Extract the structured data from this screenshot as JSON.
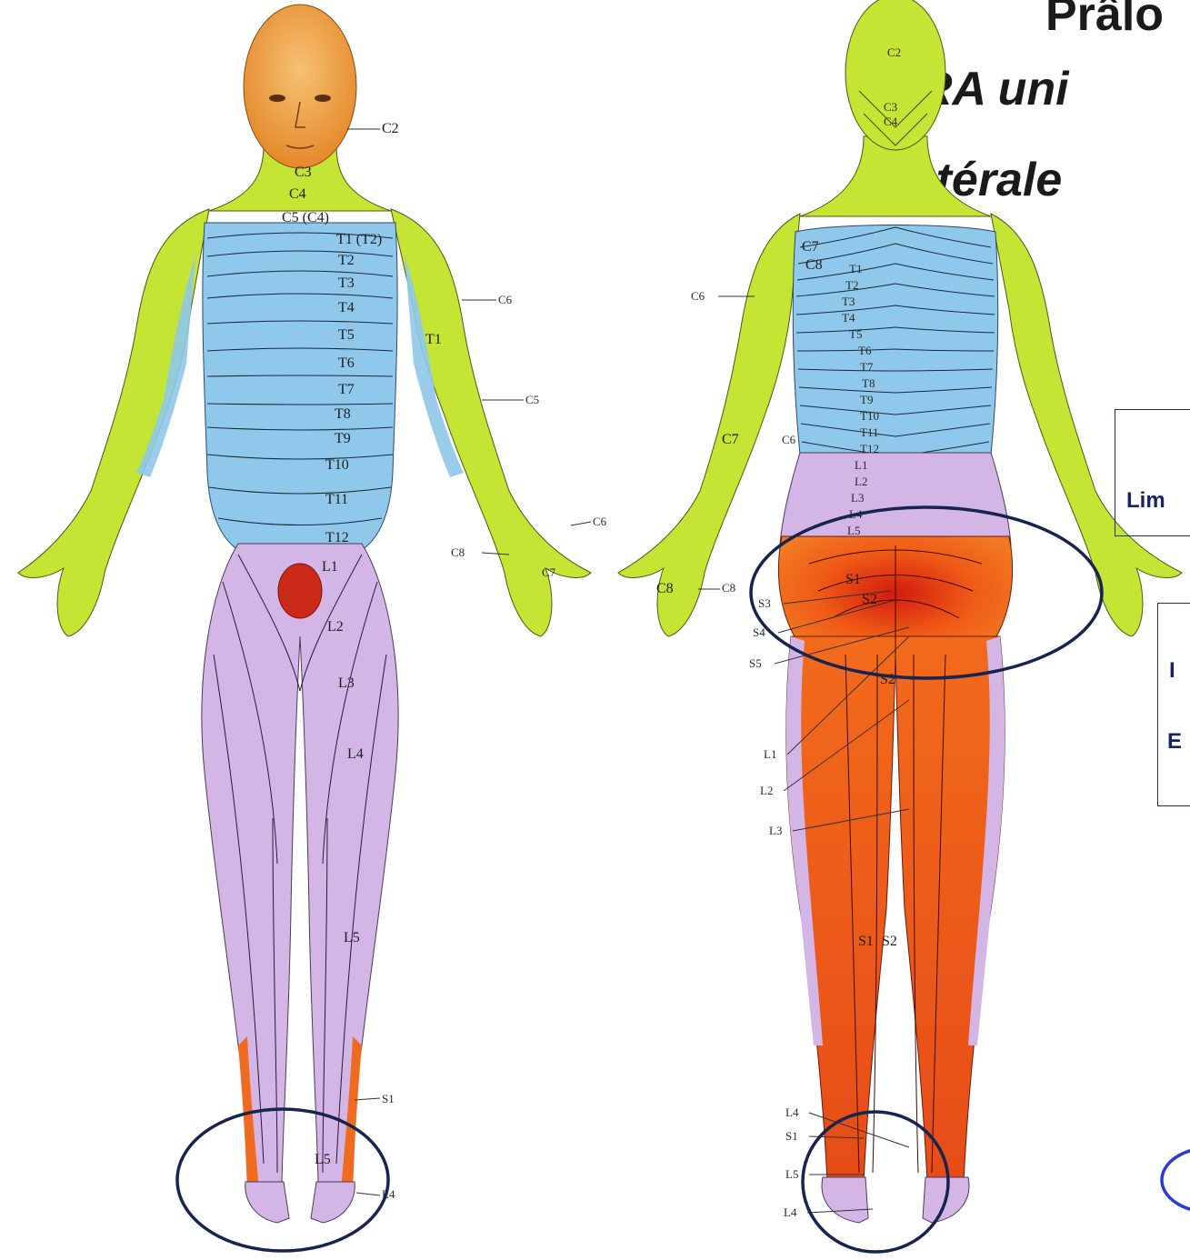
{
  "title": {
    "line1": "Prâlo",
    "line2": "RA uni",
    "line3": "bilatérale"
  },
  "boxes": {
    "box1_text": "Lim",
    "box2_text_a": "I",
    "box2_text_b": "E"
  },
  "front_labels": [
    "C2",
    "C3",
    "C4",
    "C5 (C4)",
    "T1 (T2)",
    "T2",
    "T3",
    "T4",
    "T5",
    "T6",
    "T7",
    "T8",
    "T9",
    "T10",
    "T11",
    "T12",
    "L1",
    "L2",
    "L3",
    "L4",
    "L5",
    "S1",
    "L5",
    "L4",
    "C6",
    "C5",
    "T1",
    "C6",
    "C8",
    "C7"
  ],
  "back_labels": [
    "C2",
    "C3",
    "C4",
    "C7",
    "C8",
    "T1",
    "T2",
    "T3",
    "T4",
    "T5",
    "T6",
    "T7",
    "T8",
    "T9",
    "T10",
    "T11",
    "T12",
    "L1",
    "L2",
    "L3",
    "L4",
    "L5",
    "S1",
    "S2",
    "S3",
    "S4",
    "S5",
    "S2",
    "S1",
    "S2",
    "L1",
    "L2",
    "L3",
    "L4",
    "S1",
    "L5",
    "L4",
    "C6",
    "C7",
    "C8",
    "C6",
    "C8"
  ],
  "colors": {
    "cervical": "#c4e534",
    "thoracic": "#7fc4ee",
    "lumbar": "#cfb3e2",
    "sacral": "#f26a1c",
    "sacral_dark": "#cc1f12",
    "head_front": "#f2a447",
    "outline_circle": "#16254f"
  }
}
